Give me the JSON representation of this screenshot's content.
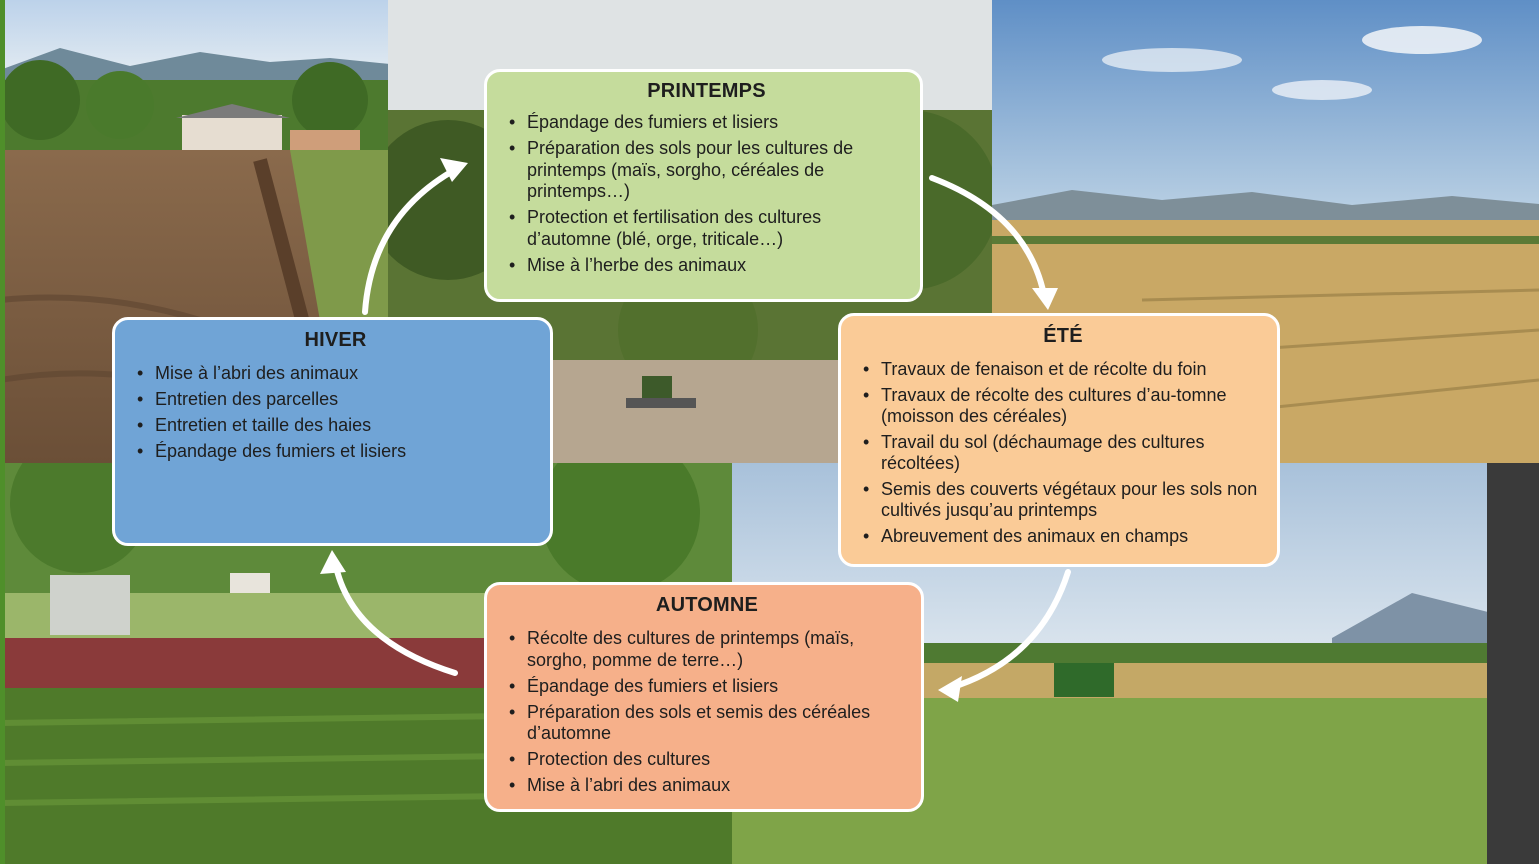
{
  "seasons": {
    "printemps": {
      "title": "PRINTEMPS",
      "items": [
        "Épandage des fumiers et lisiers",
        "Préparation des sols pour les cultures de printemps (maïs, sorgho, céréales de printemps…)",
        "Protection et fertilisation des cultures d’automne (blé, orge, triticale…)",
        "Mise à l’herbe des animaux"
      ],
      "color": "#c5dc9c"
    },
    "ete": {
      "title": "ÉTÉ",
      "items": [
        "Travaux de fenaison et de récolte du foin",
        "Travaux de récolte des cultures d’au-tomne (moisson des céréales)",
        "Travail du sol (déchaumage des cultures récoltées)",
        "Semis des couverts végétaux pour les sols non cultivés jusqu’au printemps",
        "Abreuvement des animaux en champs"
      ],
      "color": "#facb97"
    },
    "automne": {
      "title": "AUTOMNE",
      "items": [
        "Récolte des cultures de printemps (maïs, sorgho, pomme de terre…)",
        "Épandage des fumiers et lisiers",
        "Préparation des sols et semis des céréales d’automne",
        "Protection des cultures",
        "Mise à l’abri des animaux"
      ],
      "color": "#f6b08a"
    },
    "hiver": {
      "title": "HIVER",
      "items": [
        "Mise à l’abri des animaux",
        "Entretien des parcelles",
        "Entretien et taille des haies",
        "Épandage des fumiers et lisiers"
      ],
      "color": "#70a4d6"
    }
  },
  "arrow_color": "#ffffff",
  "background_photos": [
    "ploughed-field-photo",
    "tractor-field-photo",
    "harvested-field-photo",
    "combine-sorghum-photo",
    "combine-wheat-photo"
  ]
}
